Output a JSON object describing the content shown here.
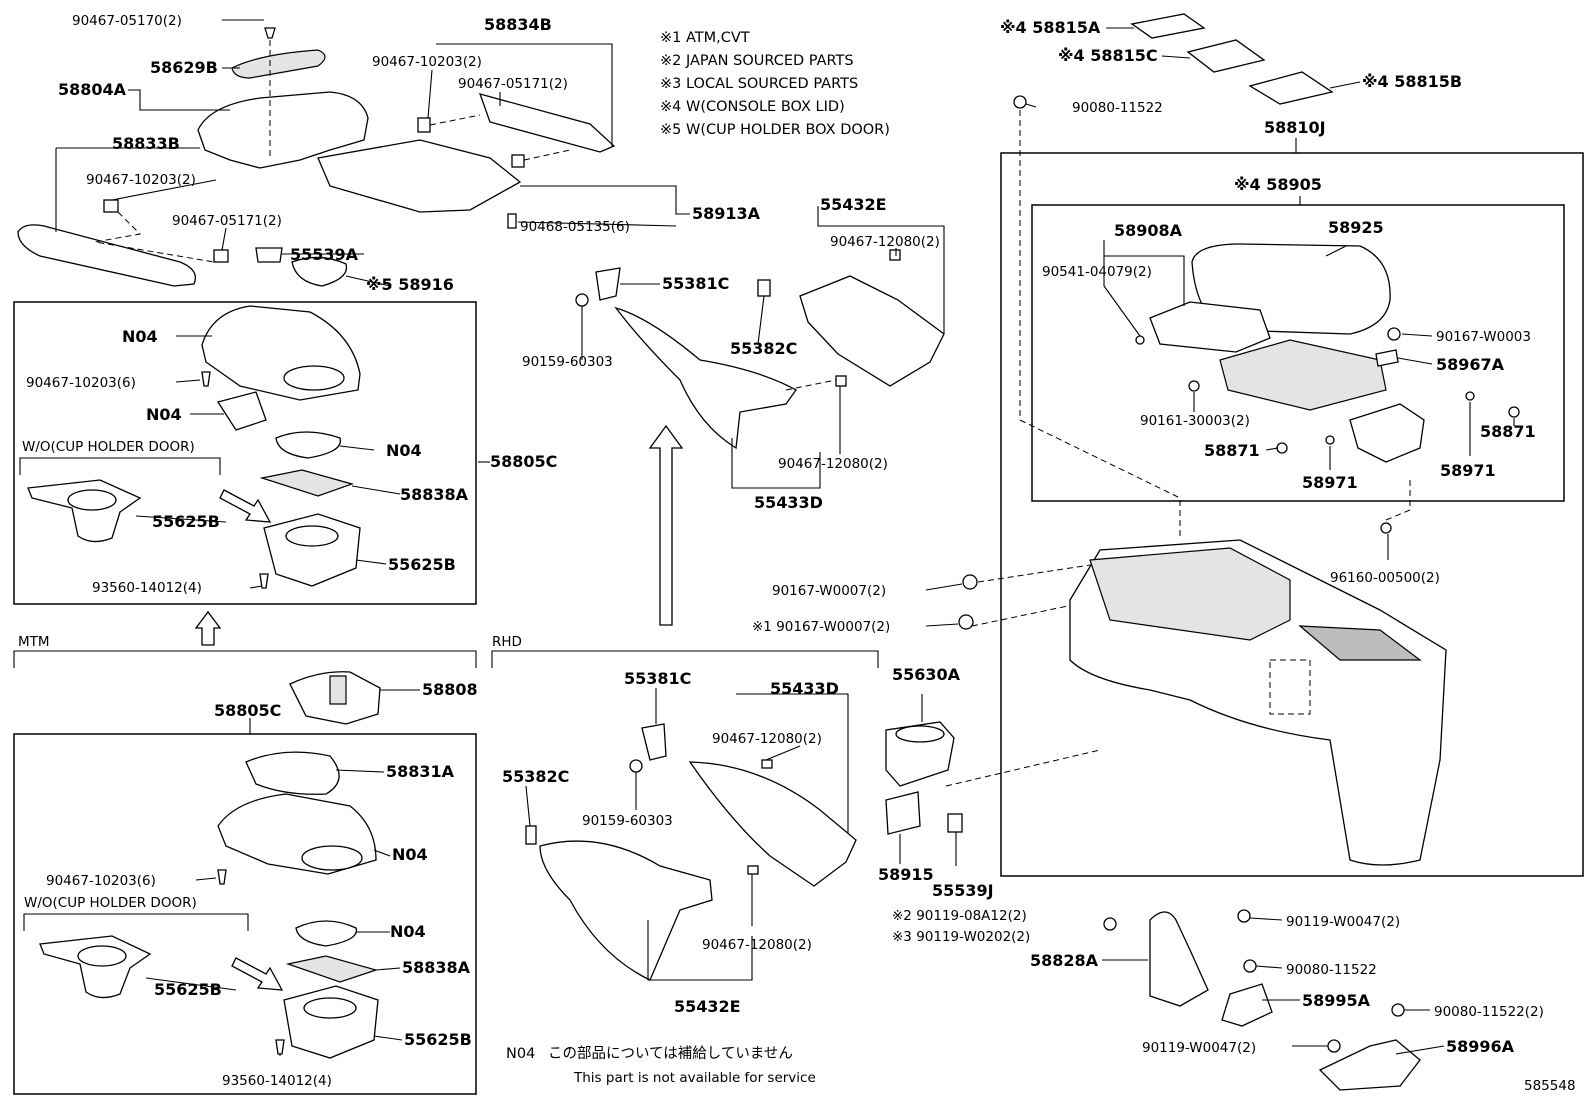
{
  "notes": {
    "n1": "※1 ATM,CVT",
    "n2": "※2 JAPAN SOURCED PARTS",
    "n3": "※3 LOCAL SOURCED PARTS",
    "n4": "※4 W(CONSOLE BOX LID)",
    "n5": "※5 W(CUP HOLDER BOX DOOR)"
  },
  "section_titles": {
    "mtm": "MTM",
    "rhd": "RHD"
  },
  "box_labels": {
    "woc1": "W/O(CUP HOLDER DOOR)",
    "woc2": "W/O(CUP HOLDER DOOR)"
  },
  "footer": {
    "n04": "N04",
    "jp": "この部品については補給していません",
    "en": "This part is not available for service",
    "code": "585548"
  },
  "labels": {
    "p01": "90467-05170(2)",
    "p02": "58629B",
    "p03": "58804A",
    "p04": "58833B",
    "p05": "90467-10203(2)",
    "p06": "90467-05171(2)",
    "p07": "58834B",
    "p08": "90467-10203(2)",
    "p09": "90467-05171(2)",
    "p10": "58913A",
    "p11": "90468-05135(6)",
    "p12": "55539A",
    "p13": "※5 58916",
    "p14": "N04",
    "p15": "90467-10203(6)",
    "p16": "N04",
    "p17": "N04",
    "p18": "58838A",
    "p19": "58805C",
    "p20": "55625B",
    "p21": "55625B",
    "p22": "93560-14012(4)",
    "p23": "55381C",
    "p24": "90159-60303",
    "p25": "55382C",
    "p26": "55432E",
    "p27": "90467-12080(2)",
    "p28": "90467-12080(2)",
    "p29": "55433D",
    "p30": "58808",
    "p31": "58805C",
    "p32": "58831A",
    "p33": "N04",
    "p34": "90467-10203(6)",
    "p35": "N04",
    "p36": "58838A",
    "p37": "55625B",
    "p38": "55625B",
    "p39": "93560-14012(4)",
    "p40": "55381C",
    "p41": "55433D",
    "p42": "90467-12080(2)",
    "p43": "55382C",
    "p44": "90159-60303",
    "p45": "90467-12080(2)",
    "p46": "55432E",
    "p47": "※4 58815A",
    "p48": "※4 58815C",
    "p49": "※4 58815B",
    "p50": "90080-11522",
    "p51": "58810J",
    "p52": "※4 58905",
    "p53": "58908A",
    "p54": "58925",
    "p55": "90541-04079(2)",
    "p56": "90167-W0003",
    "p57": "58967A",
    "p58": "90161-30003(2)",
    "p59": "58871",
    "p60": "58871",
    "p61": "58971",
    "p62": "58971",
    "p63": "96160-00500(2)",
    "p64": "90167-W0007(2)",
    "p65": "※1 90167-W0007(2)",
    "p66": "55630A",
    "p67": "58915",
    "p68": "55539J",
    "p69": "※2 90119-08A12(2)",
    "p70": "※3 90119-W0202(2)",
    "p71": "58828A",
    "p72": "90119-W0047(2)",
    "p73": "90080-11522",
    "p74": "58995A",
    "p75": "90080-11522(2)",
    "p76": "90119-W0047(2)",
    "p77": "58996A"
  }
}
